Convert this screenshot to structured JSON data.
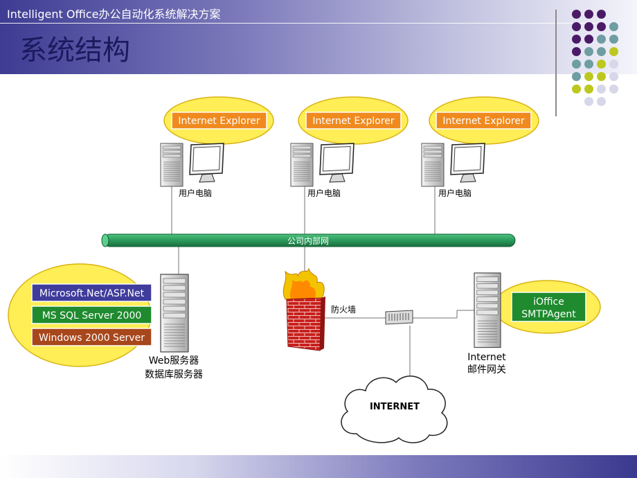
{
  "header": {
    "subtitle": "Intelligent Office办公自动化系统解决方案",
    "title": "系统结构"
  },
  "colors": {
    "accent_dark": "#3e3c93",
    "network_pipe": "#2a9a5a",
    "ellipse_fill": "#ffee55",
    "ie_box": "#f08a1e",
    "dot_purple": "#4a1a66",
    "dot_teal": "#6e9da2",
    "dot_olive": "#bdc81f",
    "dot_lavender": "#d7d7ea"
  },
  "clients": [
    {
      "browser": "Internet Explorer",
      "label": "用户电脑"
    },
    {
      "browser": "Internet Explorer",
      "label": "用户电脑"
    },
    {
      "browser": "Internet Explorer",
      "label": "用户电脑"
    }
  ],
  "network": {
    "label": "公司内部网"
  },
  "server": {
    "software": [
      {
        "text": "Microsoft.Net/ASP.Net",
        "color": "#3f3c9c"
      },
      {
        "text": "MS SQL Server 2000",
        "color": "#1f8a2e"
      },
      {
        "text": "Windows 2000 Server",
        "color": "#a8471b"
      }
    ],
    "label_line1": "Web服务器",
    "label_line2": "数据库服务器"
  },
  "firewall": {
    "label": "防火墙"
  },
  "gateway": {
    "agent_line1": "iOffice",
    "agent_line2": "SMTPAgent",
    "label_line1": "Internet",
    "label_line2": "邮件网关"
  },
  "internet": {
    "label": "INTERNET"
  }
}
